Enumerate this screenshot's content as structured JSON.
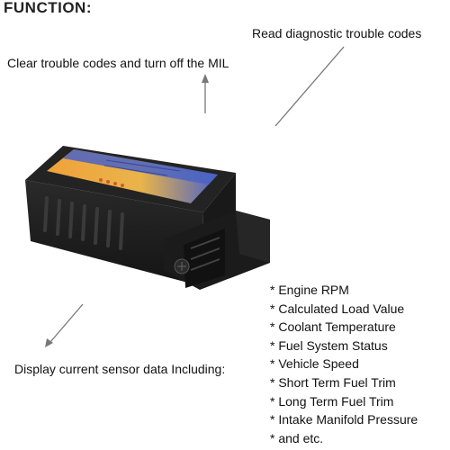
{
  "title": "FUNCTION:",
  "callouts": {
    "read_codes": "Read diagnostic trouble codes",
    "clear_codes": "Clear trouble codes and turn off the MIL",
    "sensor_data": "Display current sensor data Including:"
  },
  "sensor_items": [
    "* Engine RPM",
    "* Calculated Load Value",
    "* Coolant Temperature",
    "* Fuel System Status",
    "* Vehicle Speed",
    "* Short Term Fuel Trim",
    "* Long Term Fuel Trim",
    "*  Intake Manifold Pressure",
    "* and etc."
  ],
  "colors": {
    "device_body": "#1f1f1f",
    "label_top": "#f0a23a",
    "label_bottom": "#4a63c6"
  }
}
